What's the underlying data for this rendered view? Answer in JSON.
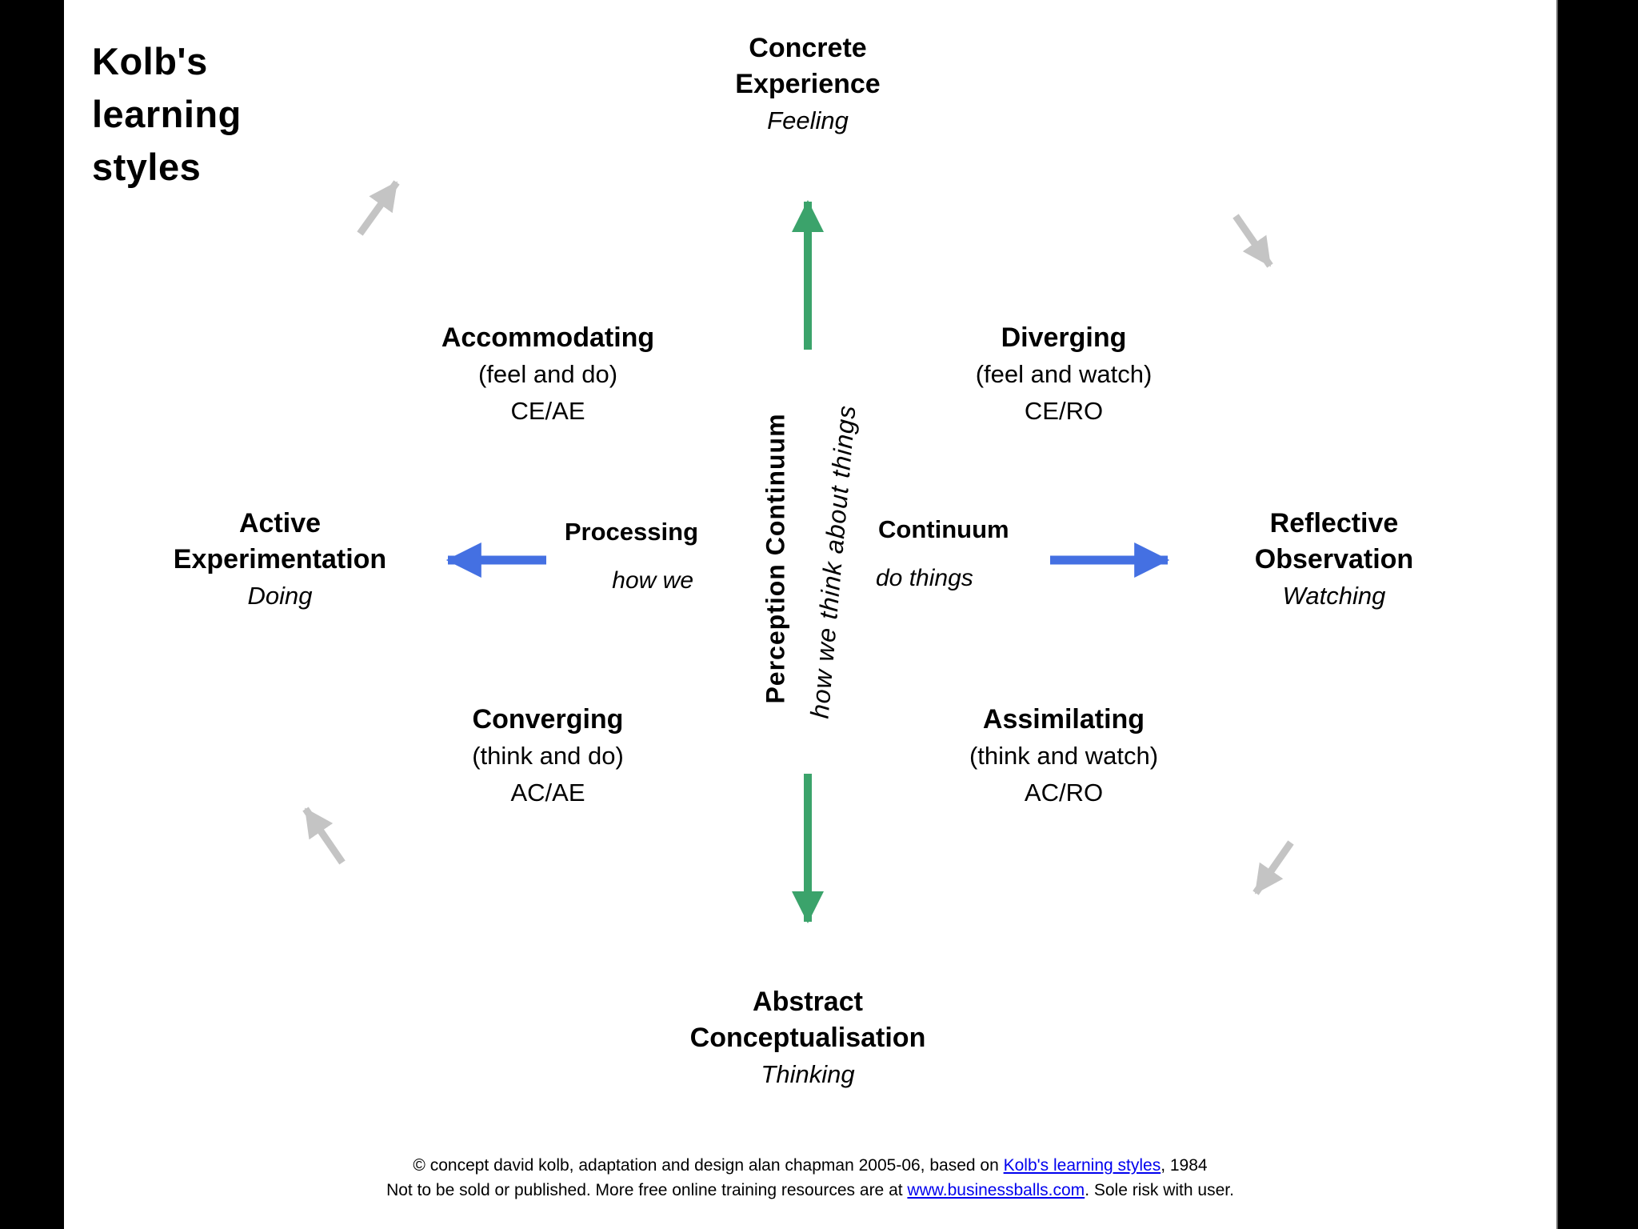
{
  "title": "Kolb's\nlearning\nstyles",
  "poles": {
    "top": {
      "line1": "Concrete",
      "line2": "Experience",
      "sub": "Feeling"
    },
    "right": {
      "line1": "Reflective",
      "line2": "Observation",
      "sub": "Watching"
    },
    "bottom": {
      "line1": "Abstract",
      "line2": "Conceptualisation",
      "sub": "Thinking"
    },
    "left": {
      "line1": "Active",
      "line2": "Experimentation",
      "sub": "Doing"
    }
  },
  "quadrants": {
    "accommodating": {
      "name": "Accommodating",
      "detail": "(feel and do)",
      "code": "CE/AE"
    },
    "diverging": {
      "name": "Diverging",
      "detail": "(feel and watch)",
      "code": "CE/RO"
    },
    "converging": {
      "name": "Converging",
      "detail": "(think and do)",
      "code": "AC/AE"
    },
    "assimilating": {
      "name": "Assimilating",
      "detail": "(think and watch)",
      "code": "AC/RO"
    }
  },
  "axes": {
    "vertical_label": "Perception Continuum",
    "vertical_sub": "how we think about things",
    "left_label": "Processing",
    "left_sub": "how we",
    "right_label": "Continuum",
    "right_sub": "do things"
  },
  "colors": {
    "arrow_green": "#3ba36b",
    "arrow_blue": "#4470e2",
    "arrow_gray": "#c4c4c4",
    "link_blue": "#0000EE",
    "background": "#ffffff",
    "letterbox": "#000000"
  },
  "footer": {
    "line1_prefix": "© concept david kolb, adaptation and design alan chapman 2005-06, based on ",
    "line1_link": "Kolb's learning styles",
    "line1_suffix": ", 1984",
    "line2_prefix": "Not to be sold or published. More free online training resources are at ",
    "line2_link": "www.businessballs.com",
    "line2_suffix": ". Sole risk with user."
  }
}
